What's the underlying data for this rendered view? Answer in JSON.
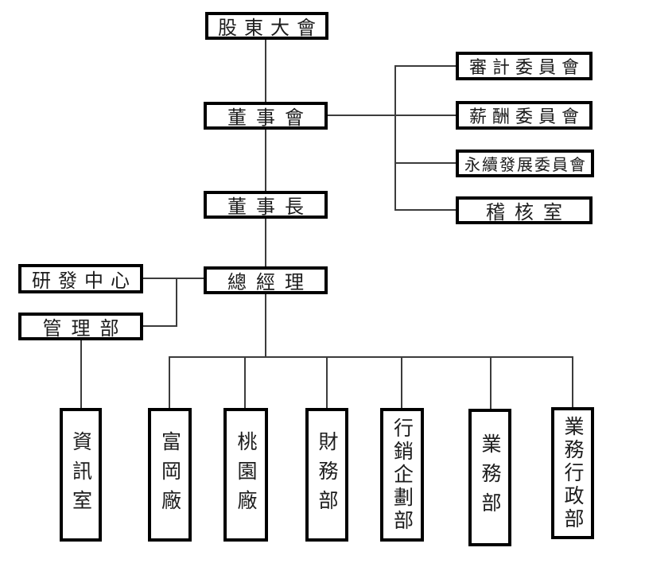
{
  "chart": {
    "type": "org-chart",
    "background_color": "#ffffff",
    "box_border_color": "#000000",
    "connector_color": "#3c3c3c"
  },
  "nodes": {
    "shareholders_meeting": {
      "label": "股東大會"
    },
    "board_of_directors": {
      "label": "董事會"
    },
    "chairman": {
      "label": "董事長"
    },
    "general_manager": {
      "label": "總經理"
    },
    "rd_center": {
      "label": "研發中心"
    },
    "management_dept": {
      "label": "管理部"
    },
    "audit_committee": {
      "label": "審計委員會"
    },
    "compensation_committee": {
      "label": "薪酬委員會"
    },
    "sustainability_committee": {
      "label": "永續發展委員會"
    },
    "audit_office": {
      "label": "稽核室"
    },
    "it_office": {
      "label": "資訊室"
    },
    "fugang_plant": {
      "label": "富岡廠"
    },
    "taoyuan_plant": {
      "label": "桃園廠"
    },
    "finance_dept": {
      "label": "財務部"
    },
    "marketing_planning_dept": {
      "label": "行銷企劃部"
    },
    "sales_dept": {
      "label": "業務部"
    },
    "sales_admin_dept": {
      "label": "業務行政部"
    }
  },
  "edges": [
    {
      "from": "shareholders_meeting",
      "to": "board_of_directors"
    },
    {
      "from": "board_of_directors",
      "to": "audit_committee"
    },
    {
      "from": "board_of_directors",
      "to": "compensation_committee"
    },
    {
      "from": "board_of_directors",
      "to": "sustainability_committee"
    },
    {
      "from": "board_of_directors",
      "to": "audit_office"
    },
    {
      "from": "board_of_directors",
      "to": "chairman"
    },
    {
      "from": "chairman",
      "to": "general_manager"
    },
    {
      "from": "general_manager",
      "to": "rd_center"
    },
    {
      "from": "general_manager",
      "to": "management_dept"
    },
    {
      "from": "management_dept",
      "to": "it_office"
    },
    {
      "from": "general_manager",
      "to": "fugang_plant"
    },
    {
      "from": "general_manager",
      "to": "taoyuan_plant"
    },
    {
      "from": "general_manager",
      "to": "finance_dept"
    },
    {
      "from": "general_manager",
      "to": "marketing_planning_dept"
    },
    {
      "from": "general_manager",
      "to": "sales_dept"
    },
    {
      "from": "general_manager",
      "to": "sales_admin_dept"
    }
  ]
}
